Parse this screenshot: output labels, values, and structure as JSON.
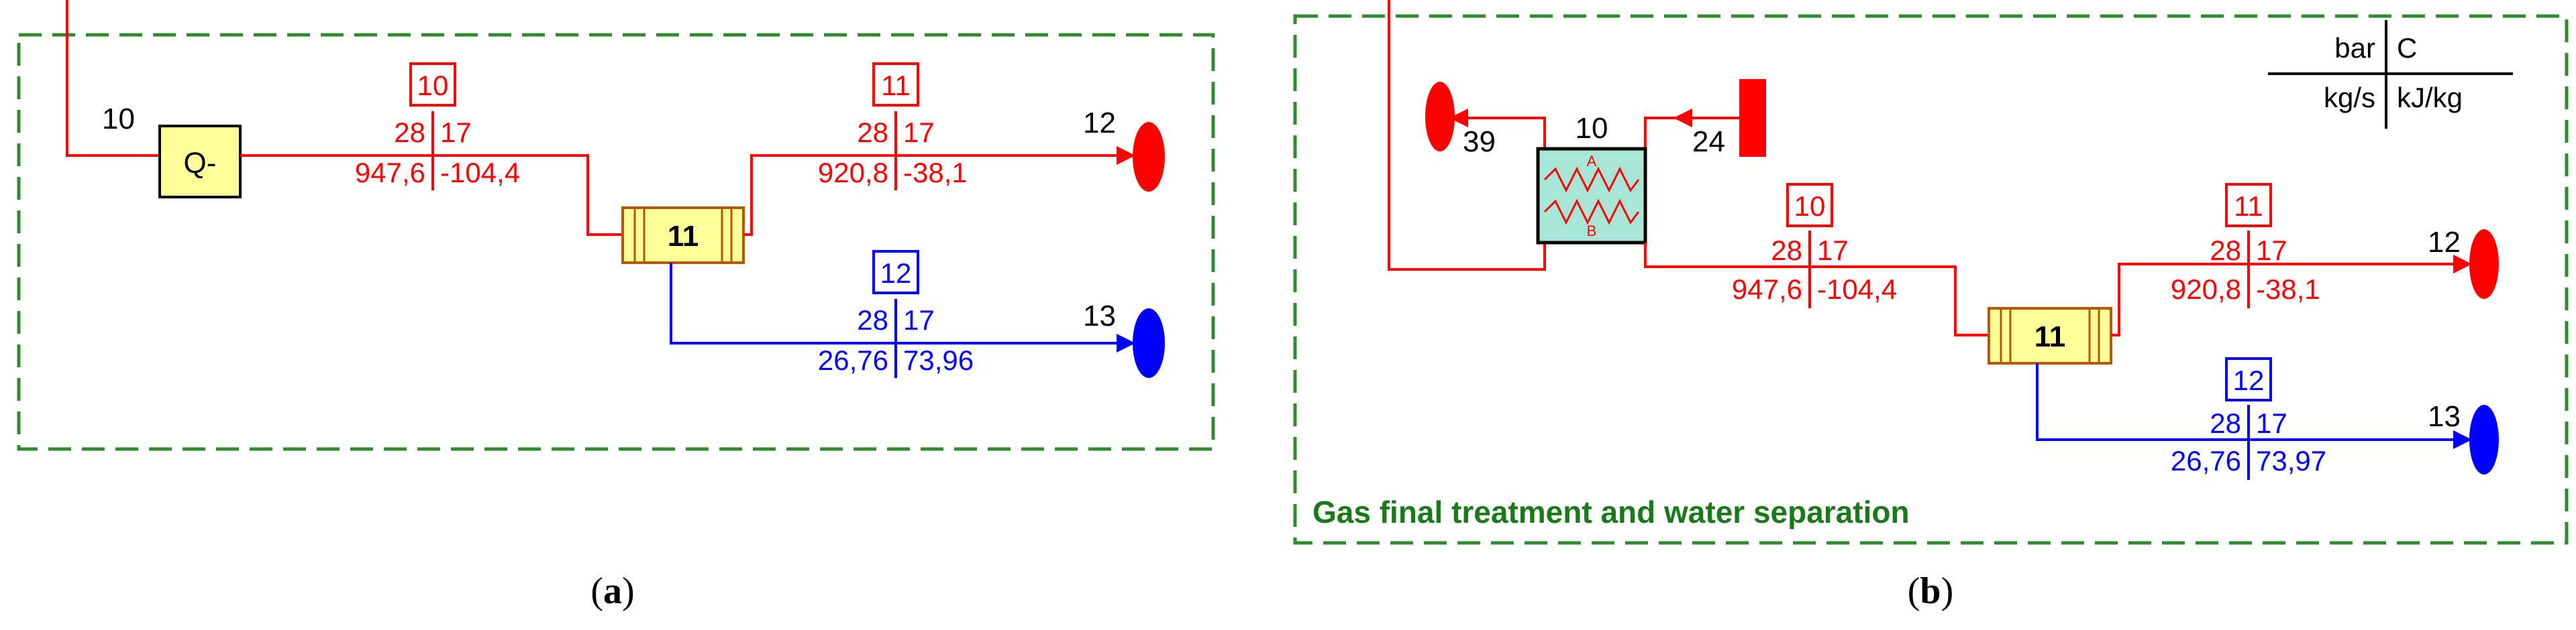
{
  "colors": {
    "hot": "#ff0000",
    "cold": "#0000ff",
    "border": "#2e8b2e",
    "title": "#1a7a1a",
    "block_fill": "#ffff99",
    "block_stroke": "#b35900",
    "hx_fill": "#a8e6d8",
    "black": "#000000"
  },
  "panel_a": {
    "caption_open": "(",
    "caption_letter": "a",
    "caption_close": ")",
    "cooler_label": "Q-",
    "cooler_stream_label": "10",
    "separator_label": "11",
    "stream_in": {
      "tag": "10",
      "p": "28",
      "t": "17",
      "m": "947,6",
      "h": "-104,4"
    },
    "stream_gas": {
      "tag": "11",
      "p": "28",
      "t": "17",
      "m": "920,8",
      "h": "-38,1",
      "end_label": "12"
    },
    "stream_water": {
      "tag": "12",
      "p": "28",
      "t": "17",
      "m": "26,76",
      "h": "73,96",
      "end_label": "13"
    }
  },
  "panel_b": {
    "caption_open": "(",
    "caption_letter": "b",
    "caption_close": ")",
    "title": "Gas final treatment and water separation",
    "legend": {
      "p_unit": "bar",
      "t_unit": "C",
      "m_unit": "kg/s",
      "h_unit": "kJ/kg"
    },
    "hx_label": "10",
    "hx_side_a": "A",
    "hx_side_b": "B",
    "out_39": "39",
    "in_24": "24",
    "separator_label": "11",
    "stream_in": {
      "tag": "10",
      "p": "28",
      "t": "17",
      "m": "947,6",
      "h": "-104,4"
    },
    "stream_gas": {
      "tag": "11",
      "p": "28",
      "t": "17",
      "m": "920,8",
      "h": "-38,1",
      "end_label": "12"
    },
    "stream_water": {
      "tag": "12",
      "p": "28",
      "t": "17",
      "m": "26,76",
      "h": "73,97",
      "end_label": "13"
    }
  }
}
